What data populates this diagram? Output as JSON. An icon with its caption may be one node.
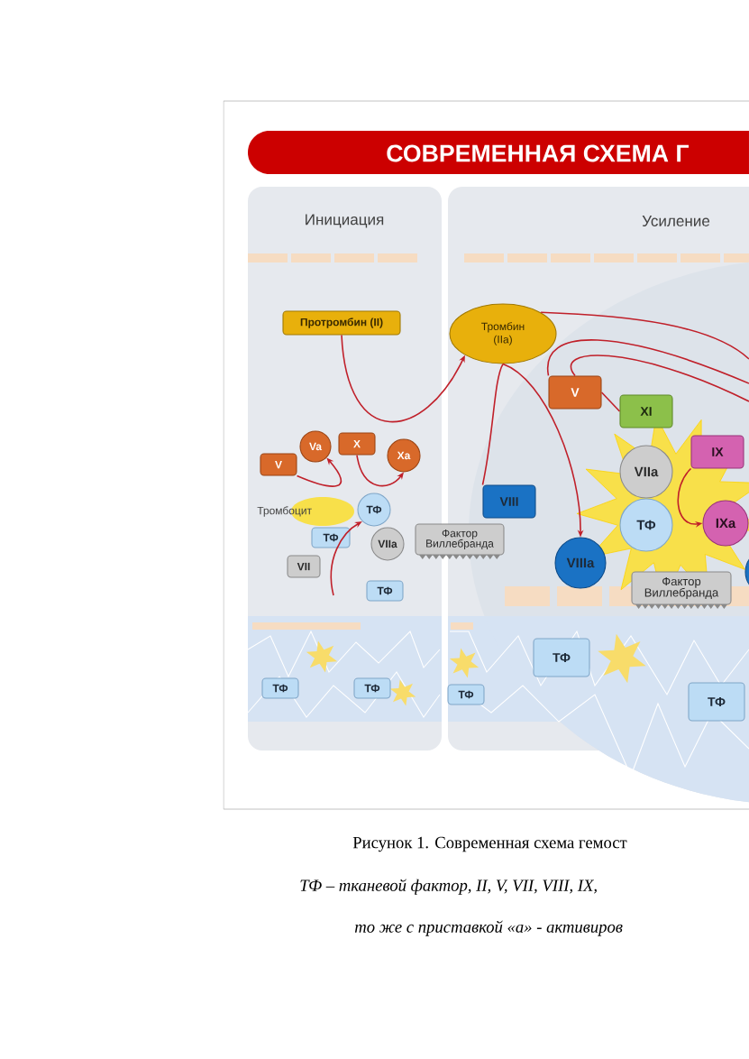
{
  "diagram": {
    "title": "СОВРЕМЕННАЯ СХЕМА Г",
    "caption": "Рисунок 1. Современная схема гемост",
    "nodes": [
      {
        "text": [
          "Инициация"
        ]
      },
      {
        "text": [
          "Усиление"
        ]
      },
      {
        "text": [
          "Протромбин (II)"
        ],
        "in": 0
      },
      {
        "text": [
          "V"
        ],
        "in": 0
      },
      {
        "text": [
          "Va"
        ],
        "in": 0
      },
      {
        "text": [
          "X"
        ],
        "in": 0
      },
      {
        "text": [
          "Xa"
        ],
        "in": 0
      },
      {
        "text": [
          "Тромбоцит"
        ],
        "in": 0
      },
      {
        "text": [
          "ТФ"
        ],
        "in": 0
      },
      {
        "text": [
          "ТФ"
        ],
        "in": 0
      },
      {
        "text": [
          "VIIa"
        ],
        "in": 0
      },
      {
        "text": [
          "VII"
        ],
        "in": 0
      },
      {
        "text": [
          "ТФ"
        ],
        "in": 0
      },
      {
        "text": [
          "Фактор Виллебранда"
        ]
      },
      {
        "text": [
          "ТФ"
        ],
        "in": 0
      },
      {
        "text": [
          "ТФ"
        ],
        "in": 0
      },
      {
        "text": [
          "ТФ"
        ],
        "in": 1
      },
      {
        "text": [
          "ТФ"
        ],
        "in": 1
      },
      {
        "text": [
          "ТФ"
        ],
        "in": 1
      },
      {
        "text": [
          "Тромбин (IIa)"
        ],
        "in": 1
      },
      {
        "text": [
          "V"
        ],
        "in": 1
      },
      {
        "text": [
          "XI"
        ],
        "in": 1
      },
      {
        "text": [
          "VIII"
        ],
        "in": 1
      },
      {
        "text": [
          "VIIa"
        ],
        "in": 1
      },
      {
        "text": [
          "ТФ"
        ],
        "in": 1
      },
      {
        "text": [
          "IX"
        ],
        "in": 1
      },
      {
        "text": [
          "IXa"
        ],
        "in": 1
      },
      {
        "text": [
          "VIIIa"
        ],
        "in": 1
      },
      {
        "text": [
          "Фактор Виллебранда"
        ],
        "in": 1
      },
      {
        "text": [],
        "shape": "circle"
      }
    ],
    "edges": [
      {
        "from": 2,
        "to": 19,
        "arrow": "to"
      },
      {
        "from": 3,
        "to": 4,
        "arrow": "to"
      },
      {
        "from": 5,
        "to": 6,
        "arrow": "to"
      },
      {
        "from": null,
        "to": 8,
        "arrow": "to"
      },
      {
        "from": 19,
        "to": 22,
        "arrow": "none"
      },
      {
        "from": 19,
        "to": 27,
        "arrow": "to"
      },
      {
        "from": 20,
        "to": null,
        "arrow": "none"
      },
      {
        "from": 20,
        "to": null,
        "arrow": "none"
      },
      {
        "from": 19,
        "to": null,
        "arrow": "none"
      },
      {
        "from": 20,
        "to": 21,
        "arrow": "none"
      },
      {
        "from": 25,
        "to": 26,
        "arrow": "to"
      }
    ],
    "labels": [
      "ТФ – тканевой фактор, II, V, VII, VIII, IX,",
      "то же с приставкой «а» - активиров"
    ]
  }
}
